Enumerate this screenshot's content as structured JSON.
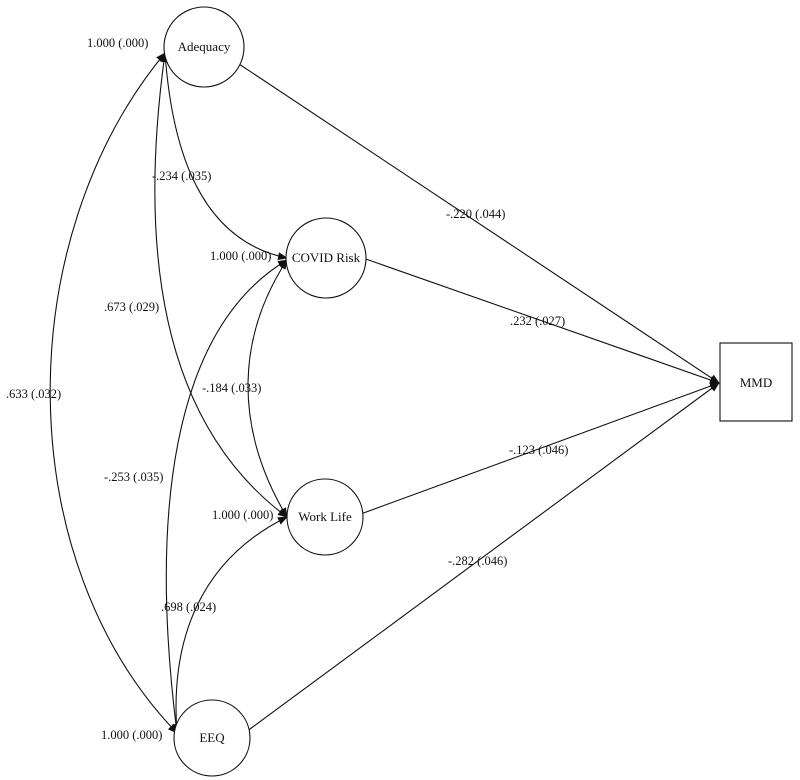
{
  "nodes": {
    "adequacy": "Adequacy",
    "covid_risk": "COVID Risk",
    "work_life": "Work Life",
    "eeq": "EEQ",
    "mmd": "MMD"
  },
  "variances": {
    "adequacy": "1.000 (.000)",
    "covid_risk": "1.000 (.000)",
    "work_life": "1.000 (.000)",
    "eeq": "1.000 (.000)"
  },
  "paths": {
    "adequacy_mmd": "-.220 (.044)",
    "covid_mmd": ".232 (.027)",
    "worklife_mmd": "-.123 (.046)",
    "eeq_mmd": "-.282 (.046)",
    "adequacy_covid": "-.234 (.035)",
    "adequacy_worklife": ".673 (.029)",
    "adequacy_eeq": ".633 (.032)",
    "covid_worklife": "-.184 (.033)",
    "covid_eeq": "-.253 (.035)",
    "worklife_eeq": ".698 (.024)"
  }
}
